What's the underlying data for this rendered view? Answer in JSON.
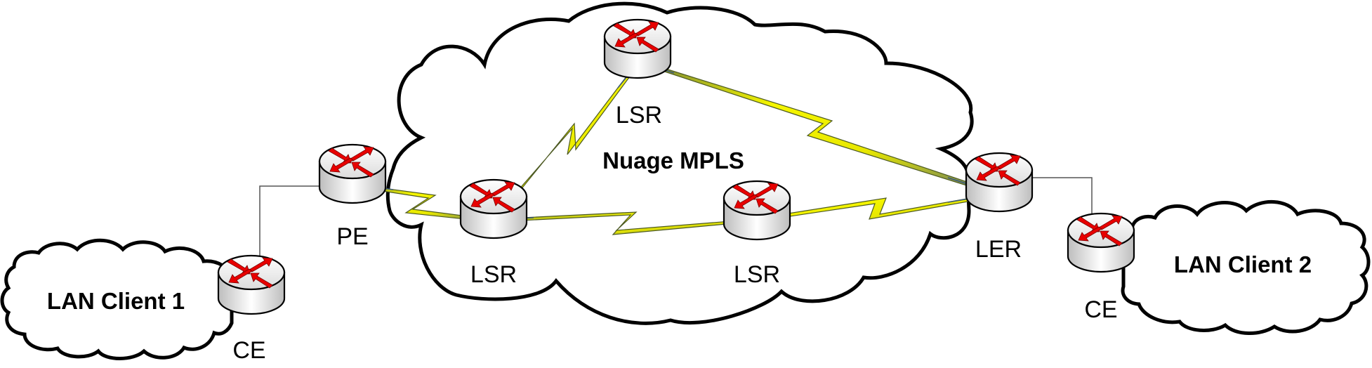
{
  "diagram": {
    "title": "Nuage MPLS",
    "clouds": [
      {
        "id": "mpls",
        "label": "Nuage MPLS"
      },
      {
        "id": "lan1",
        "label": "LAN Client 1"
      },
      {
        "id": "lan2",
        "label": "LAN Client 2"
      }
    ],
    "nodes": [
      {
        "id": "ce1",
        "type": "router",
        "label": "CE"
      },
      {
        "id": "pe",
        "type": "router",
        "label": "PE"
      },
      {
        "id": "lsr_top",
        "type": "router",
        "label": "LSR"
      },
      {
        "id": "lsr_left",
        "type": "router",
        "label": "LSR"
      },
      {
        "id": "lsr_right",
        "type": "router",
        "label": "LSR"
      },
      {
        "id": "ler",
        "type": "router",
        "label": "LER"
      },
      {
        "id": "ce2",
        "type": "router",
        "label": "CE"
      }
    ],
    "links": [
      {
        "from": "ce1",
        "to": "pe",
        "style": "wired"
      },
      {
        "from": "pe",
        "to": "lsr_left",
        "style": "lightning"
      },
      {
        "from": "lsr_left",
        "to": "lsr_top",
        "style": "lightning"
      },
      {
        "from": "lsr_left",
        "to": "lsr_right",
        "style": "lightning"
      },
      {
        "from": "lsr_top",
        "to": "ler",
        "style": "lightning"
      },
      {
        "from": "lsr_right",
        "to": "ler",
        "style": "lightning"
      },
      {
        "from": "ler",
        "to": "ce2",
        "style": "wired"
      }
    ],
    "colors": {
      "router_arrows": "#e80000",
      "lightning": "#f2f200",
      "cloud_stroke": "#000000"
    }
  }
}
